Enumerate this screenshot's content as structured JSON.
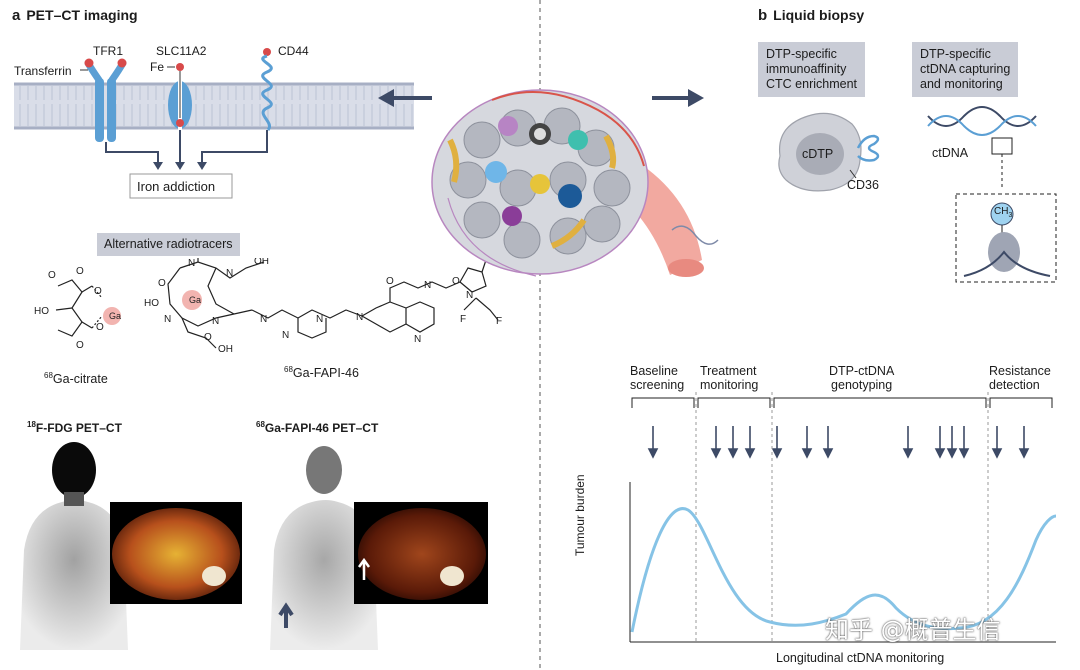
{
  "panel_a": {
    "letter": "a",
    "title": "PET–CT imaging",
    "receptors": {
      "tfr1": "TFR1",
      "transferrin": "Transferrin",
      "slc11a2": "SLC11A2",
      "fe": "Fe",
      "cd44": "CD44"
    },
    "iron_addiction": "Iron addiction",
    "alt_radiotracers": "Alternative radiotracers",
    "ga_citrate": "Ga-citrate",
    "ga_fapi": "Ga-FAPI-46",
    "isotope_68": "68",
    "isotope_18": "18",
    "ga_label": "Ga",
    "scan1_title": "F-FDG PET–CT",
    "scan2_title": "Ga-FAPI-46 PET–CT"
  },
  "panel_b": {
    "letter": "b",
    "title": "Liquid biopsy",
    "box1": [
      "DTP-specific",
      "immunoaffinity",
      "CTC enrichment"
    ],
    "box2": [
      "DTP-specific",
      "ctDNA capturing",
      "and monitoring"
    ],
    "cdtp": "cDTP",
    "cd36": "CD36",
    "ctdna": "ctDNA",
    "ch3": "CH",
    "ch3_sub": "3",
    "timeline": [
      {
        "line1": "Baseline",
        "line2": "screening"
      },
      {
        "line1": "Treatment",
        "line2": "monitoring"
      },
      {
        "line1": "DTP-ctDNA",
        "line2": "genotyping"
      },
      {
        "line1": "Resistance",
        "line2": "detection"
      }
    ],
    "y_label": "Tumour burden",
    "x_label": "Longitudinal ctDNA monitoring"
  },
  "watermark": "知乎 @概普生信",
  "colors": {
    "arrow": "#3d4a66",
    "membrane": "#b9c0d2",
    "curve": "#86c3e6",
    "box": "#c9ccd6",
    "vessel": "#f2a9a0"
  }
}
